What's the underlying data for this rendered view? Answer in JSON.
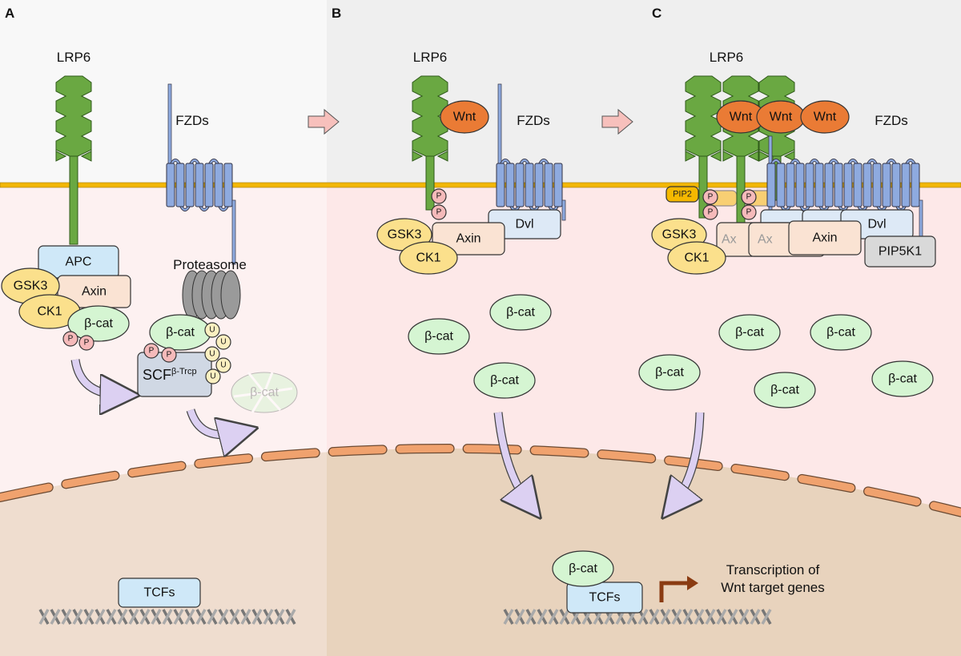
{
  "panels": {
    "a": "A",
    "b": "B",
    "c": "C"
  },
  "labels": {
    "lrp6": "LRP6",
    "fzds": "FZDs",
    "proteasome": "Proteasome",
    "apc": "APC",
    "axin": "Axin",
    "axin_faded": "Ax",
    "gsk3": "GSK3",
    "ck1": "CK1",
    "bcat": "β-cat",
    "p": "P",
    "u": "U",
    "scf": "SCF",
    "scf_sup": "β-Trcp",
    "wnt": "Wnt",
    "dvl": "Dvl",
    "pip2": "PIP2",
    "pip5k1": "PIP5K1",
    "tcfs": "TCFs",
    "transcription_line1": "Transcription of",
    "transcription_line2": "Wnt target genes"
  },
  "colors": {
    "membrane": "#f2b705",
    "lrp6": "#6aa842",
    "fzd": "#8eaadf",
    "wnt": "#ea7b35",
    "bcat": "#d5f5d2",
    "gsk3": "#fbe08c",
    "axin": "#fae3d3",
    "apc": "#cfe8f8",
    "dvl": "#dde9f6",
    "phospho": "#f5baba",
    "ubiquitin": "#fbefc0",
    "nuclear_envelope": "#f0a26e",
    "nucleus": "#e8d3bd",
    "cytoplasm": "#fdeaea",
    "arrow": "#dcd0f2",
    "transcription_arrow": "#8a3b12"
  }
}
